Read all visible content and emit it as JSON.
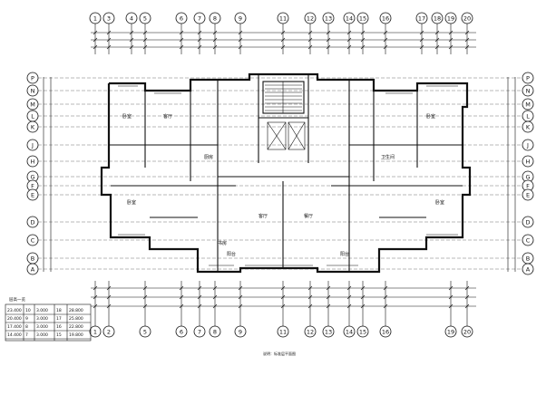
{
  "top_axes": [
    "1",
    "3",
    "4",
    "5",
    "6",
    "7",
    "8",
    "9",
    "11",
    "12",
    "13",
    "14",
    "15",
    "16",
    "17",
    "18",
    "19",
    "20"
  ],
  "bottom_axes": [
    "1",
    "2",
    "5",
    "6",
    "7",
    "8",
    "9",
    "11",
    "12",
    "13",
    "14",
    "15",
    "16",
    "19",
    "20"
  ],
  "left_axes": [
    "P",
    "N",
    "M",
    "L",
    "K",
    "J",
    "H",
    "G",
    "F",
    "E",
    "D",
    "C",
    "B",
    "A"
  ],
  "right_axes": [
    "P",
    "N",
    "M",
    "L",
    "K",
    "J",
    "H",
    "G",
    "F",
    "E",
    "D",
    "C",
    "B",
    "A"
  ],
  "room_labels": [
    "客厅",
    "卧室",
    "卧室",
    "厨房",
    "卫生间",
    "餐厅",
    "卧室",
    "客厅",
    "书房",
    "阳台",
    "阳台",
    "卧室"
  ],
  "table": {
    "title": "层高一览",
    "rows": [
      [
        "23.400",
        "10",
        "3.000",
        "18",
        "28.800"
      ],
      [
        "20.400",
        "9",
        "3.000",
        "17",
        "25.800"
      ],
      [
        "17.400",
        "8",
        "3.000",
        "16",
        "22.800"
      ],
      [
        "14.400",
        "7",
        "3.000",
        "15",
        "19.800"
      ]
    ]
  },
  "notes": [
    "说明：标准层平面图"
  ]
}
